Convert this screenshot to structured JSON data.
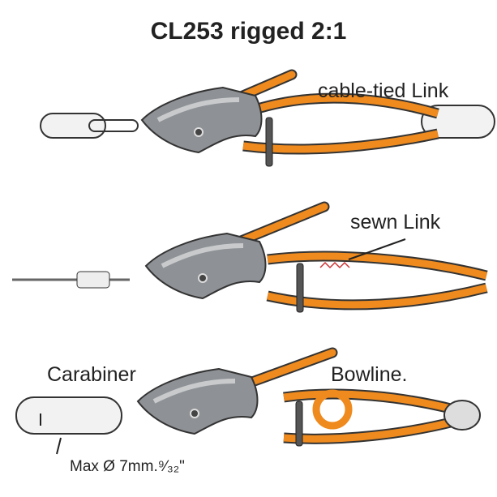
{
  "title": "CL253 rigged 2:1",
  "labels": {
    "cable_tied": "cable-tied Link",
    "sewn": "sewn Link",
    "carabiner": "Carabiner",
    "bowline": "Bowline.",
    "max_diameter": "Max Ø 7mm.⁹⁄₃₂\""
  },
  "colors": {
    "rope": "#ee8a1e",
    "cleat": "#8e9195",
    "chain": "#f2f2f2",
    "outline": "#333333"
  }
}
